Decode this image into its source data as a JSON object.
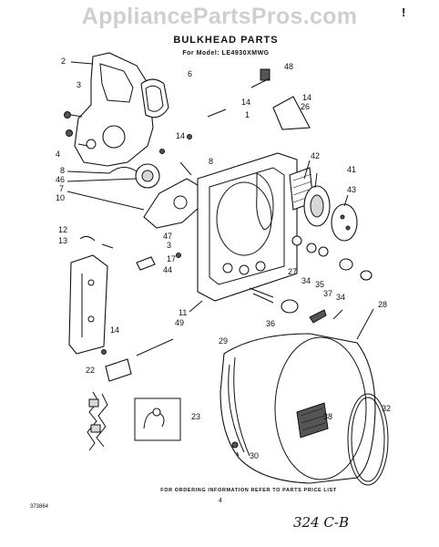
{
  "watermark": "AppliancePartsPros.com",
  "title": "BULKHEAD PARTS",
  "model_label": "For Model: LE4930XMWG",
  "footer_note": "FOR ORDERING INFORMATION REFER TO PARTS PRICE LIST",
  "doc_number": "373864",
  "page_number": "4",
  "handwritten_note": "324 C-B",
  "corner_mark": "!",
  "callouts": {
    "c2": "2",
    "c6": "6",
    "c3a": "3",
    "c4": "4",
    "c14a": "14",
    "c1": "1",
    "c48": "48",
    "c14b": "14",
    "c26": "26",
    "c14c": "14",
    "c8a": "8",
    "c8b": "8",
    "c46": "46",
    "c7": "7",
    "c10": "10",
    "c42": "42",
    "c41": "41",
    "c43": "43",
    "c12": "12",
    "c13": "13",
    "c47": "47",
    "c3b": "3",
    "c17": "17",
    "c44": "44",
    "c27": "27",
    "c34a": "34",
    "c35": "35",
    "c37": "37",
    "c34b": "34",
    "c11": "11",
    "c49": "49",
    "c28": "28",
    "c36": "36",
    "c29": "29",
    "c14d": "14",
    "c22": "22",
    "c23": "23",
    "c38": "38",
    "c32": "32",
    "c30": "30"
  }
}
